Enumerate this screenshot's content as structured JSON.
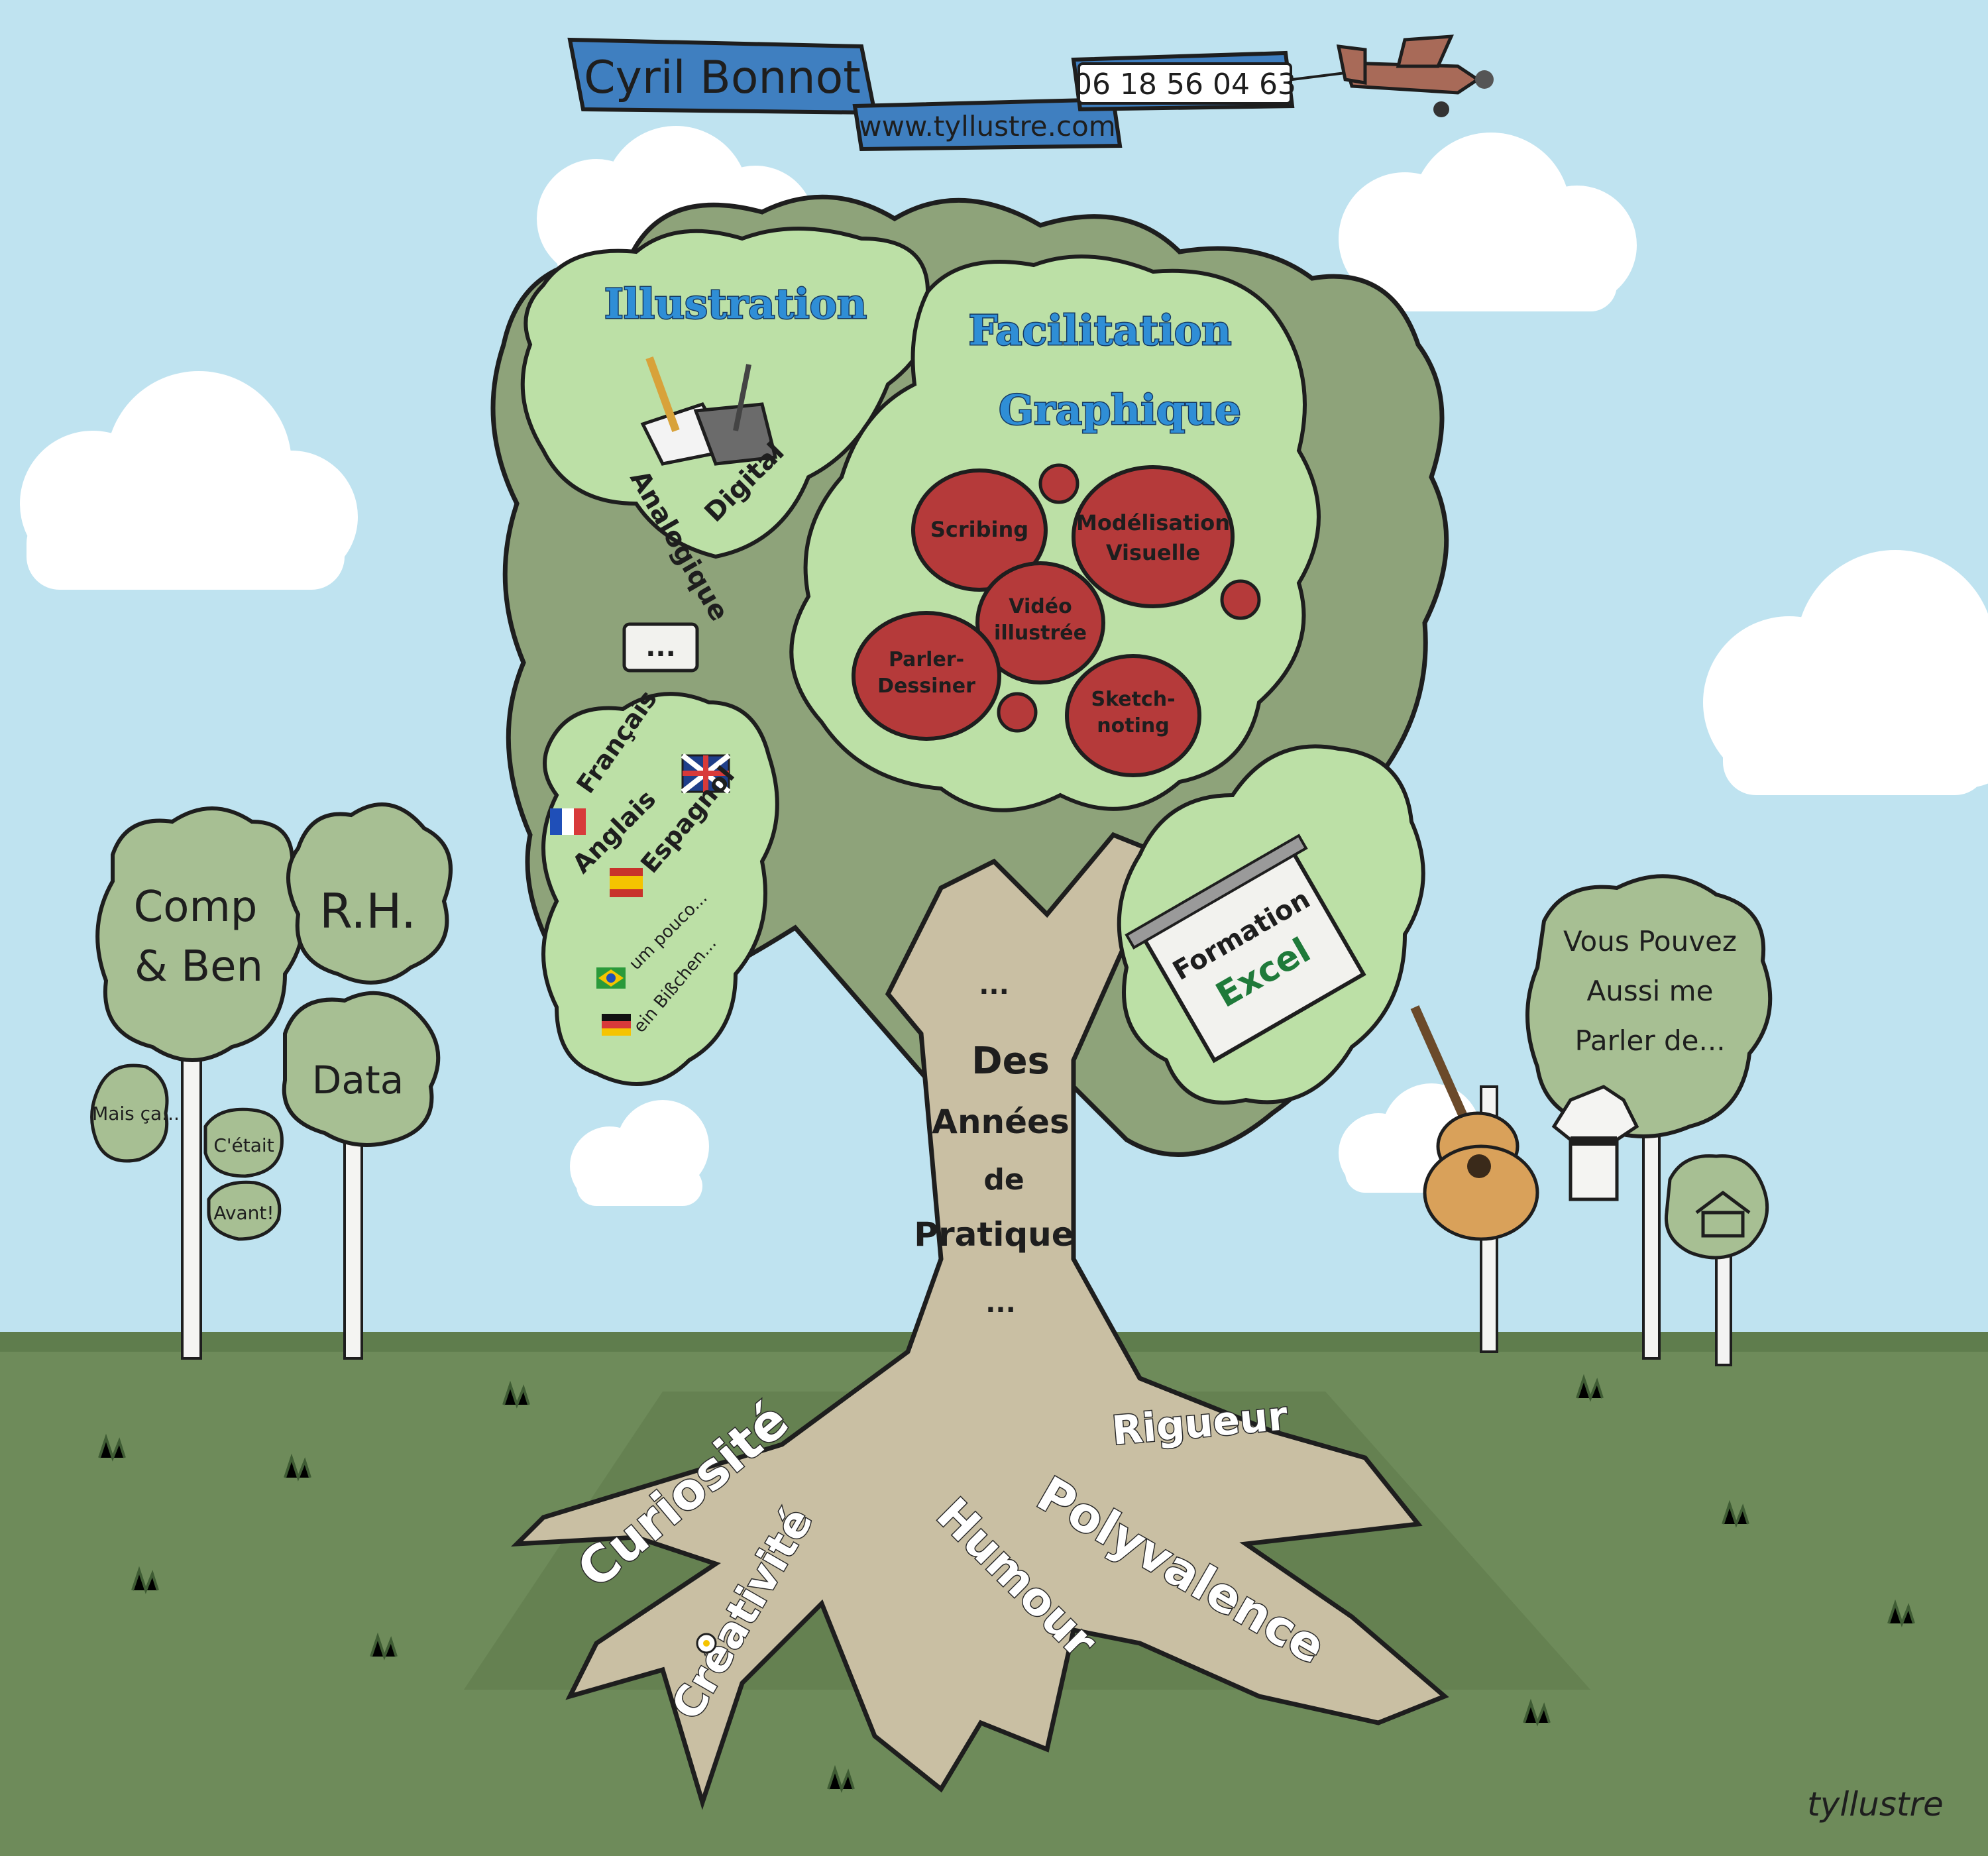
{
  "banner": {
    "name": "Cyril Bonnot",
    "website": "www.tyllustre.com",
    "phone": "06 18 56 04 63"
  },
  "canopy": {
    "illustration": {
      "title": "Illustration",
      "left_label": "Analogique",
      "right_label": "Digital"
    },
    "facilitation": {
      "title_line1": "Facilitation",
      "title_line2": "Graphique",
      "apples": [
        {
          "line1": "Scribing",
          "line2": ""
        },
        {
          "line1": "Modélisation",
          "line2": "Visuelle"
        },
        {
          "line1": "Vidéo",
          "line2": "illustrée"
        },
        {
          "line1": "Parler-",
          "line2": "Dessiner"
        },
        {
          "line1": "Sketch-",
          "line2": "noting"
        }
      ]
    },
    "speech_bubble": "...",
    "languages": {
      "items": [
        "Français",
        "Anglais",
        "Espagnol"
      ],
      "extras": [
        "um pouco...",
        "ein Bißchen..."
      ]
    },
    "excel": {
      "line1": "Formation",
      "line2": "Excel"
    }
  },
  "trunk": {
    "lines": [
      "...",
      "Des",
      "Années",
      "de",
      "Pratique",
      "..."
    ]
  },
  "roots": [
    "Curiosité",
    "Créativité",
    "Humour",
    "Polyvalence",
    "Rigueur"
  ],
  "left_trees": {
    "comp_ben_line1": "Comp",
    "comp_ben_line2": "& Ben",
    "rh": "R.H.",
    "data": "Data",
    "small": [
      "Mais ça...",
      "C'était",
      "Avant!"
    ]
  },
  "right_tree": {
    "lines": [
      "Vous Pouvez",
      "Aussi me",
      "Parler de..."
    ]
  },
  "signature": "tyllustre"
}
